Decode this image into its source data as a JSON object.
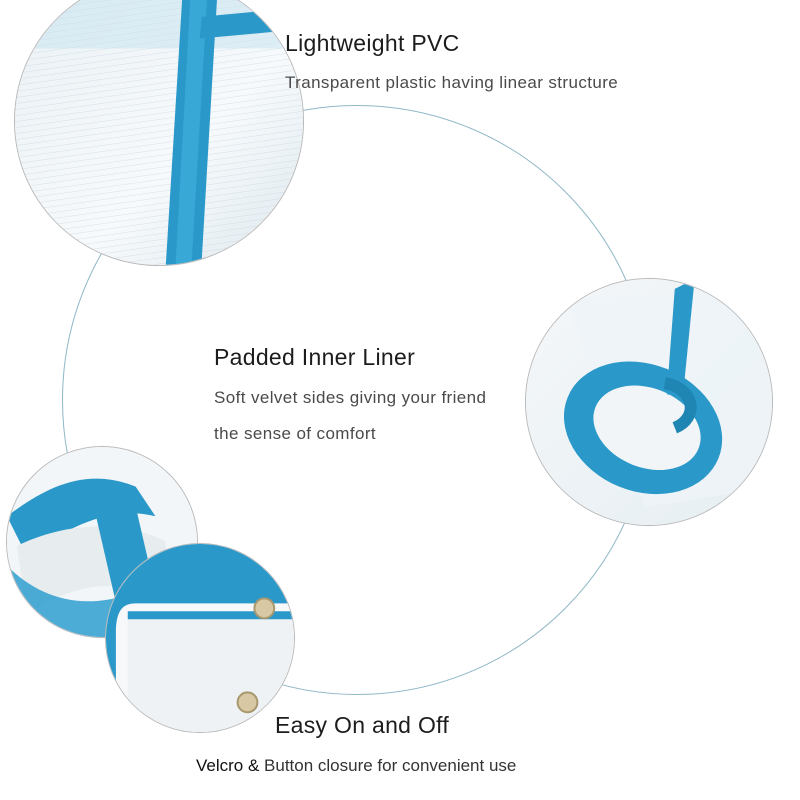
{
  "features": {
    "pvc": {
      "title": "Lightweight PVC",
      "description": "Transparent plastic having linear structure"
    },
    "liner": {
      "title": "Padded Inner Liner",
      "description_line1": "Soft velvet sides giving your friend",
      "description_line2": "the sense of comfort"
    },
    "closure": {
      "title": "Easy On and Off",
      "description_bold": "Velcro &",
      "description_rest": " Button closure for convenient use"
    }
  },
  "colors": {
    "accent_blue": "#2a98c9",
    "ring": "#8fb7c6",
    "text": "#1c1c1c"
  }
}
